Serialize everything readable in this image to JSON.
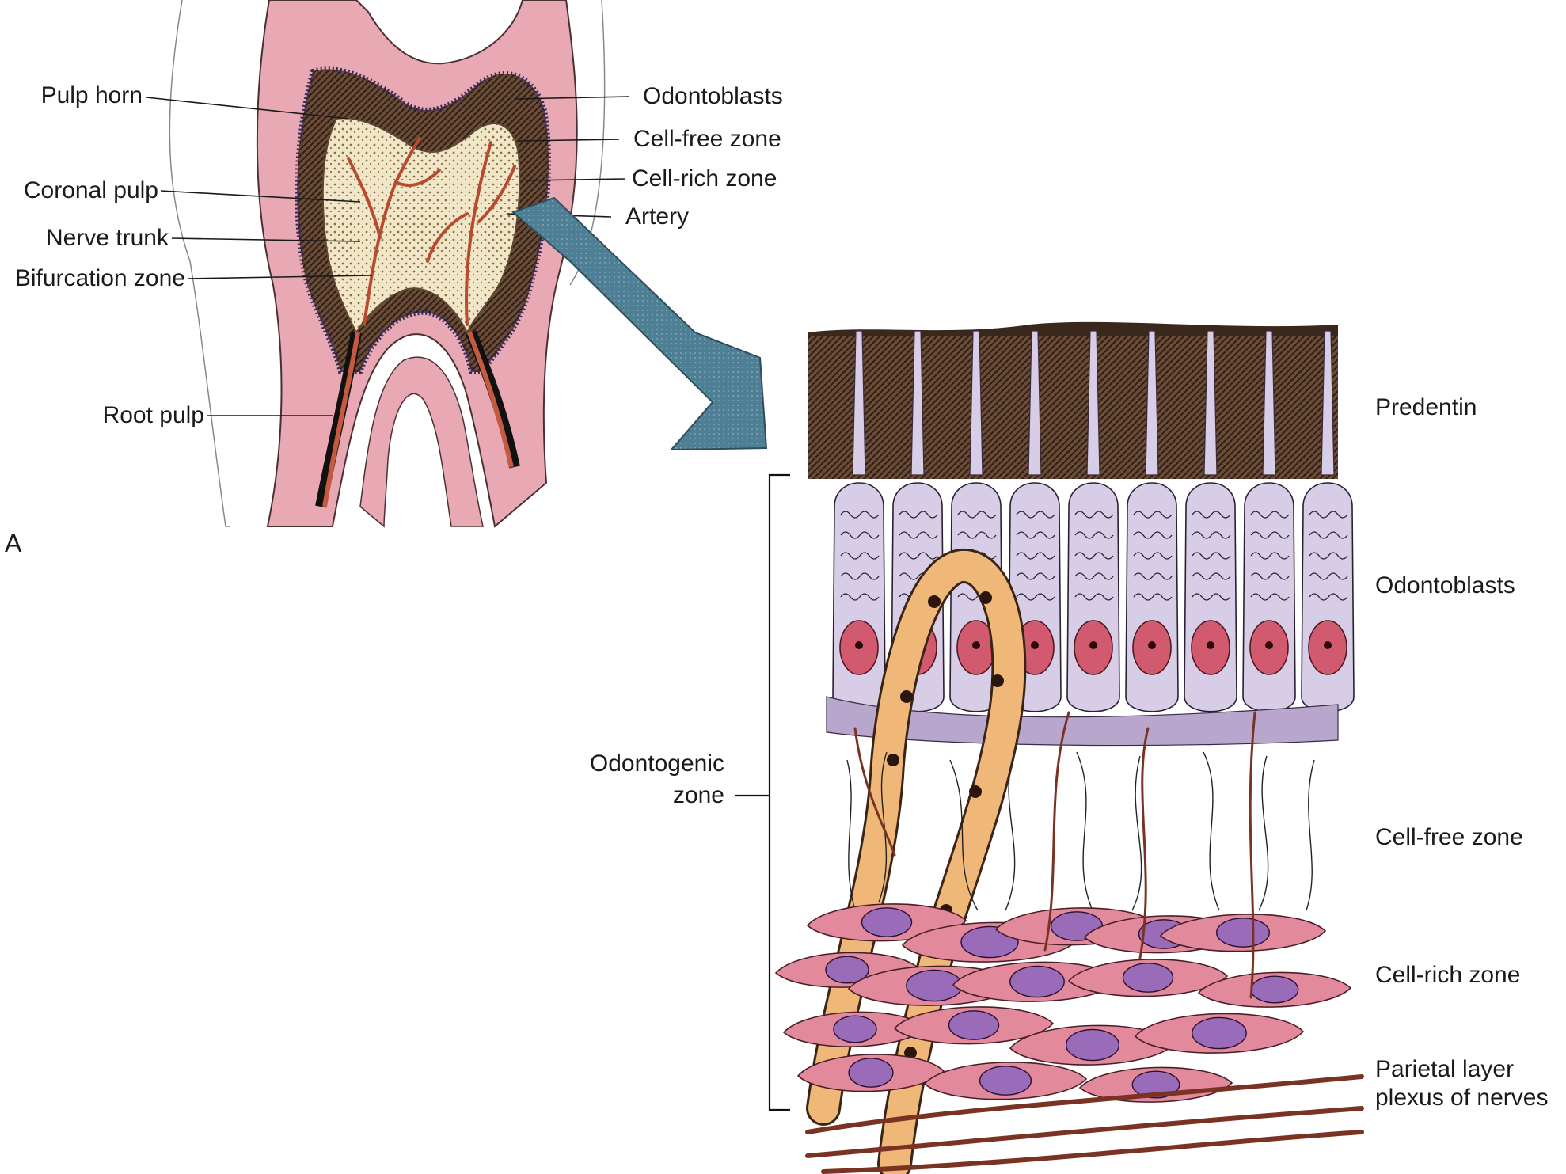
{
  "panel": {
    "letter": "A"
  },
  "tooth_labels_left": [
    "Pulp horn",
    "Coronal pulp",
    "Nerve trunk",
    "Bifurcation zone",
    "Root pulp"
  ],
  "tooth_labels_right": [
    "Odontoblasts",
    "Cell-free zone",
    "Cell-rich zone",
    "Artery"
  ],
  "detail_labels": [
    "Predentin",
    "Odontoblasts",
    "Cell-free zone",
    "Cell-rich zone",
    "Parietal layer",
    "plexus of nerves"
  ],
  "bracket_label": {
    "line1": "Odontogenic",
    "line2": "zone"
  },
  "colors": {
    "enamel_pink": "#e8a9b5",
    "dentin_dark": "#5a4030",
    "odontoblast_lilac": "#d8cde6",
    "nucleus_red": "#d25a6e",
    "fibroblast_pink": "#e28a9c",
    "fibroblast_nucleus": "#9a6bb8",
    "capillary_tan": "#f0b878",
    "nerve_brown": "#7a3322",
    "arrow_teal": "#4e7f94"
  }
}
